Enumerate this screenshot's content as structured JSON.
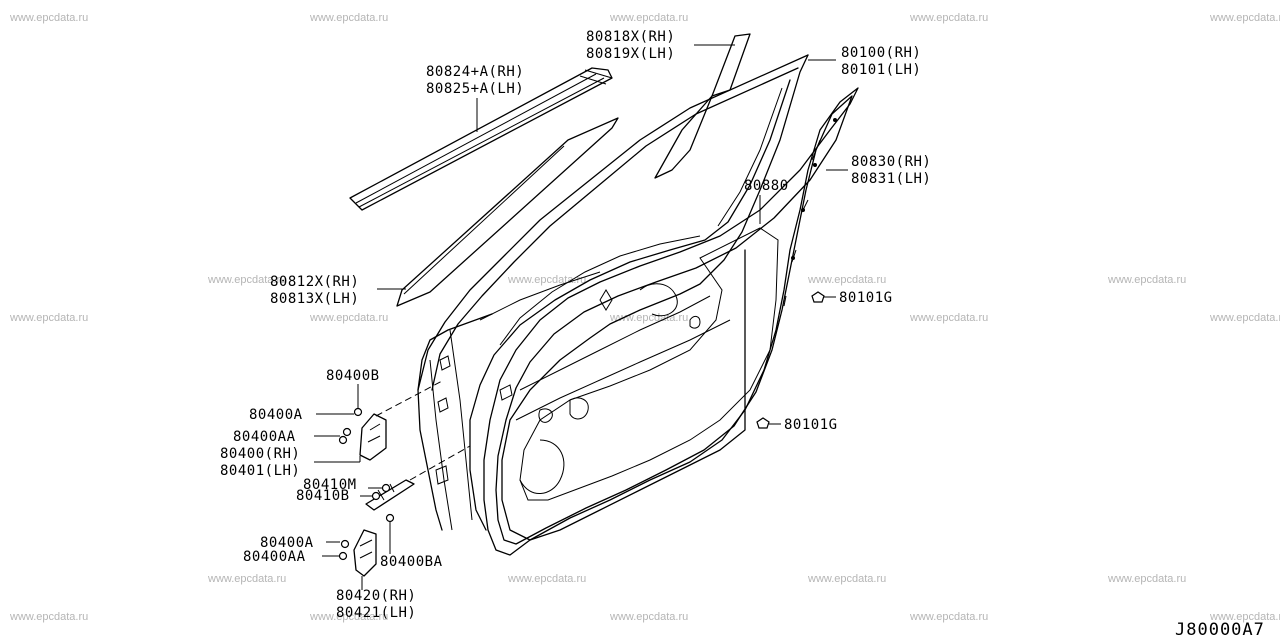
{
  "watermark": "www.epcdata.ru",
  "diagram_code": "J80000A7",
  "labels": {
    "p80818": "80818X(RH)",
    "p80819": "80819X(LH)",
    "p80100": "80100(RH)",
    "p80101": "80101(LH)",
    "p80824": "80824+A(RH)",
    "p80825": "80825+A(LH)",
    "p80830": "80830(RH)",
    "p80831": "80831(LH)",
    "p80880": "80880",
    "p80812": "80812X(RH)",
    "p80813": "80813X(LH)",
    "p80101g_1": "80101G",
    "p80101g_2": "80101G",
    "p80400b": "80400B",
    "p80400a_1": "80400A",
    "p80400aa_1": "80400AA",
    "p80400rh": "80400(RH)",
    "p80401lh": "80401(LH)",
    "p80410m": "80410M",
    "p80410b": "80410B",
    "p80400a_2": "80400A",
    "p80400aa_2": "80400AA",
    "p80400ba": "80400BA",
    "p80420": "80420(RH)",
    "p80421": "80421(LH)"
  }
}
